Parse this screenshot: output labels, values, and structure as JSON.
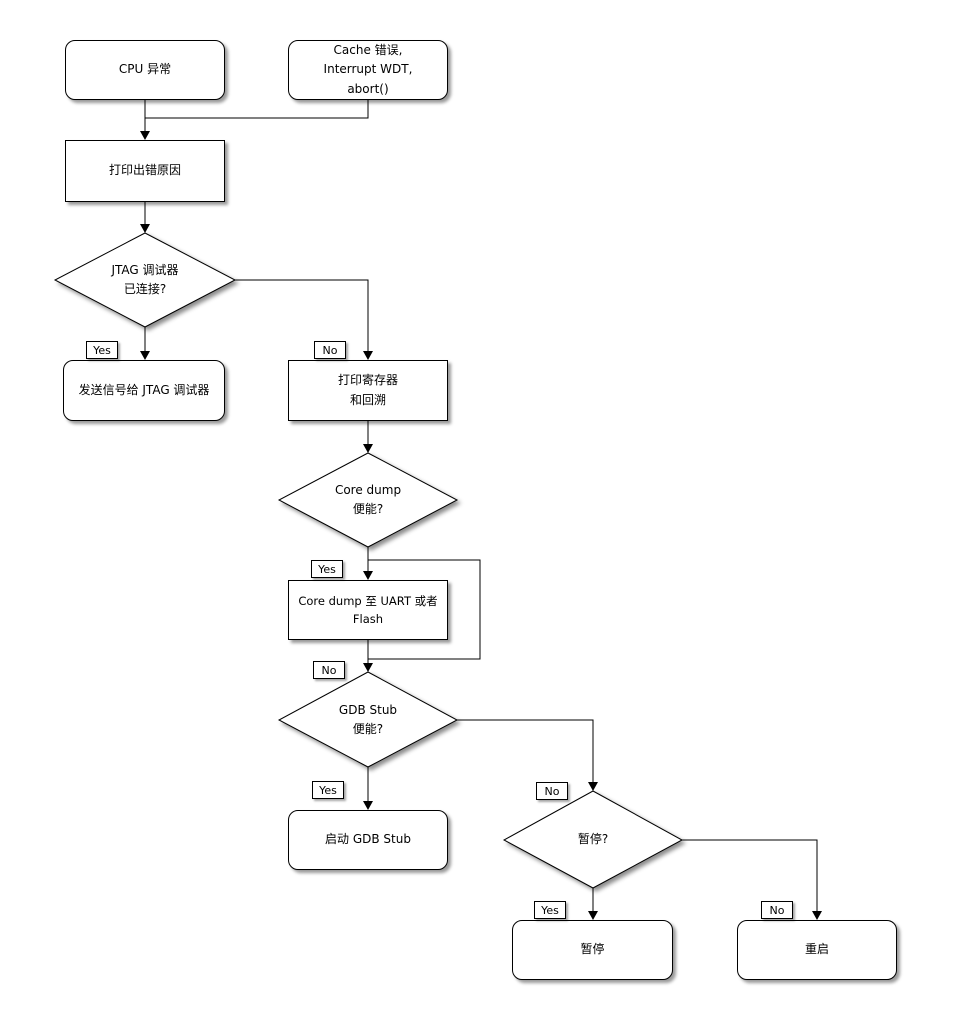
{
  "diagram": {
    "type": "flowchart",
    "colors": {
      "stroke": "#000000",
      "fill": "#ffffff",
      "shadow": "rgba(0,0,0,0.4)"
    },
    "nodes": {
      "cpu_exception": {
        "label": "CPU 异常",
        "shape": "rounded"
      },
      "cache_error": {
        "label": "Cache 错误,\nInterrupt WDT,\nabort()",
        "shape": "rounded"
      },
      "print_error_reason": {
        "label": "打印出错原因",
        "shape": "process"
      },
      "jtag_connected": {
        "label": "JTAG 调试器\n已连接?",
        "shape": "decision"
      },
      "send_signal_jtag": {
        "label": "发送信号给 JTAG 调试器",
        "shape": "rounded"
      },
      "print_registers_backtrace": {
        "label": "打印寄存器\n和回溯",
        "shape": "process"
      },
      "core_dump_enabled": {
        "label": "Core dump\n便能?",
        "shape": "decision"
      },
      "core_dump_to_uart_flash": {
        "label": "Core dump 至 UART 或者 Flash",
        "shape": "process"
      },
      "gdb_stub_enabled": {
        "label": "GDB Stub\n便能?",
        "shape": "decision"
      },
      "start_gdb_stub": {
        "label": "启动 GDB Stub",
        "shape": "rounded"
      },
      "halt_question": {
        "label": "暂停?",
        "shape": "decision"
      },
      "halt": {
        "label": "暂停",
        "shape": "rounded"
      },
      "reboot": {
        "label": "重启",
        "shape": "rounded"
      }
    },
    "edge_labels": {
      "jtag_yes": "Yes",
      "jtag_no": "No",
      "core_dump_yes": "Yes",
      "core_dump_no": "No",
      "gdb_yes": "Yes",
      "gdb_no": "No",
      "halt_yes": "Yes",
      "halt_no": "No"
    },
    "edges": [
      {
        "from": "cpu_exception",
        "to": "print_error_reason",
        "label": ""
      },
      {
        "from": "cache_error",
        "to": "print_error_reason",
        "label": ""
      },
      {
        "from": "print_error_reason",
        "to": "jtag_connected",
        "label": ""
      },
      {
        "from": "jtag_connected",
        "to": "send_signal_jtag",
        "label": "Yes"
      },
      {
        "from": "jtag_connected",
        "to": "print_registers_backtrace",
        "label": "No"
      },
      {
        "from": "print_registers_backtrace",
        "to": "core_dump_enabled",
        "label": ""
      },
      {
        "from": "core_dump_enabled",
        "to": "core_dump_to_uart_flash",
        "label": "Yes"
      },
      {
        "from": "core_dump_enabled",
        "to": "gdb_stub_enabled",
        "label": "No"
      },
      {
        "from": "core_dump_to_uart_flash",
        "to": "gdb_stub_enabled",
        "label": ""
      },
      {
        "from": "gdb_stub_enabled",
        "to": "start_gdb_stub",
        "label": "Yes"
      },
      {
        "from": "gdb_stub_enabled",
        "to": "halt_question",
        "label": "No"
      },
      {
        "from": "halt_question",
        "to": "halt",
        "label": "Yes"
      },
      {
        "from": "halt_question",
        "to": "reboot",
        "label": "No"
      }
    ]
  }
}
